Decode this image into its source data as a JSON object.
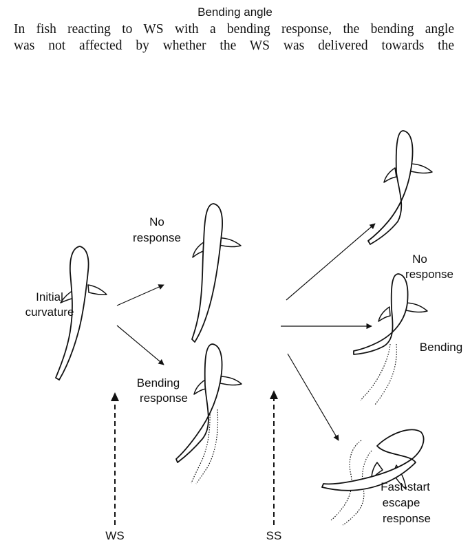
{
  "heading": "Bending angle",
  "paragraph_lines": [
    "In fish reacting to WS with a bending response, the bending angle",
    "was not affected by whether the WS was delivered towards the"
  ],
  "figure": {
    "labels": {
      "initial": [
        "Initial",
        "curvature"
      ],
      "no_response_left": [
        "No",
        "response"
      ],
      "bending_response": [
        "Bending",
        "response"
      ],
      "no_response_right": [
        "No",
        "response"
      ],
      "bending": "Bending",
      "fast_start": [
        "Fast-start",
        "escape",
        "response"
      ],
      "ws": "WS",
      "ss": "SS"
    }
  }
}
